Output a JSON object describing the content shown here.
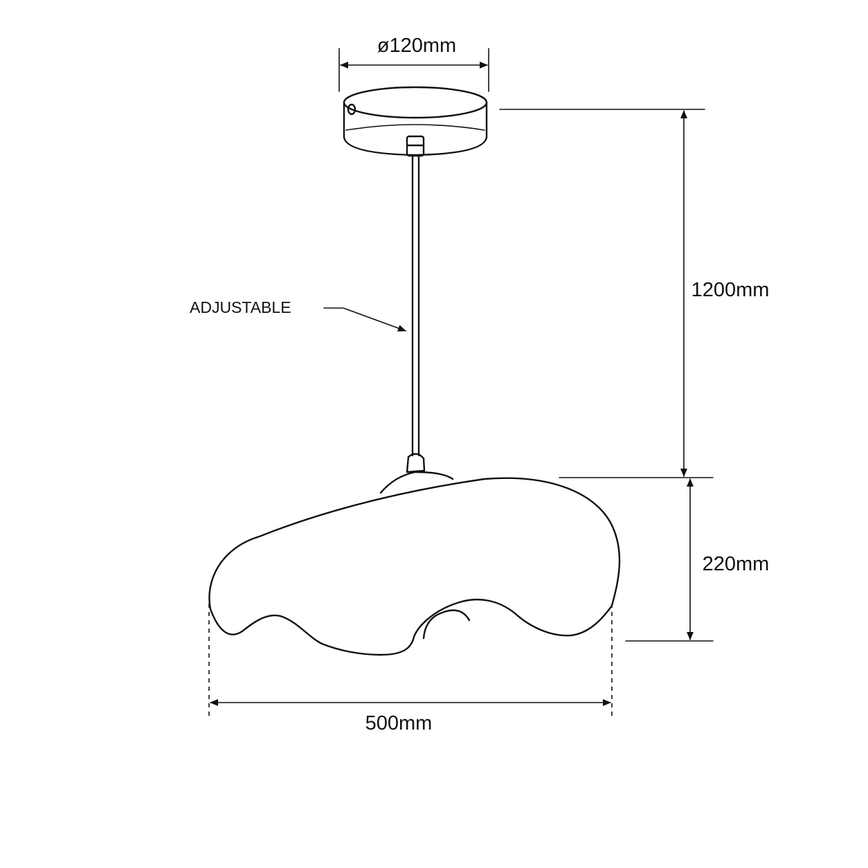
{
  "dimensions": {
    "canopy_diameter": "ø120mm",
    "cable_length": "1200mm",
    "shade_height": "220mm",
    "shade_width": "500mm"
  },
  "callouts": {
    "cable": "ADJUSTABLE"
  }
}
